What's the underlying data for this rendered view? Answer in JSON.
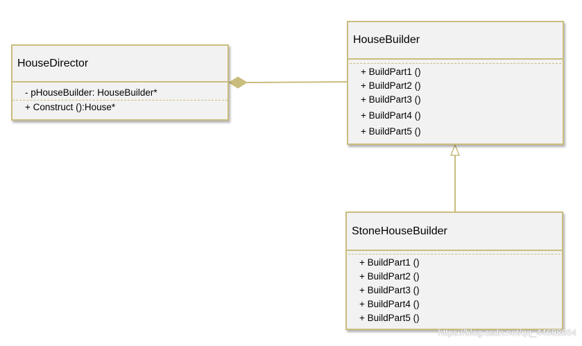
{
  "colors": {
    "border": "#c9bd7d",
    "fill": "#f2f2f2",
    "connector": "#c9bd7d"
  },
  "house_director": {
    "name": "HouseDirector",
    "attributes": [
      "- pHouseBuilder: HouseBuilder*"
    ],
    "operations": [
      "+ Construct ():House*"
    ]
  },
  "house_builder": {
    "name": "HouseBuilder",
    "operations": [
      "+ BuildPart1 ()",
      "+ BuildPart2 ()",
      "+ BuildPart3 ()",
      "+ BuildPart4 ()",
      "+ BuildPart5 ()"
    ]
  },
  "stone_house_builder": {
    "name": "StoneHouseBuilder",
    "operations": [
      "+ BuildPart1 ()",
      "+ BuildPart2 ()",
      "+ BuildPart3 ()",
      "+ BuildPart4 ()",
      "+ BuildPart5 ()"
    ]
  },
  "relations": [
    {
      "type": "composition",
      "from": "house_director",
      "to": "house_builder"
    },
    {
      "type": "generalization",
      "from": "stone_house_builder",
      "to": "house_builder"
    }
  ],
  "watermark": "https://blog.csdn.net/qq_44688864"
}
